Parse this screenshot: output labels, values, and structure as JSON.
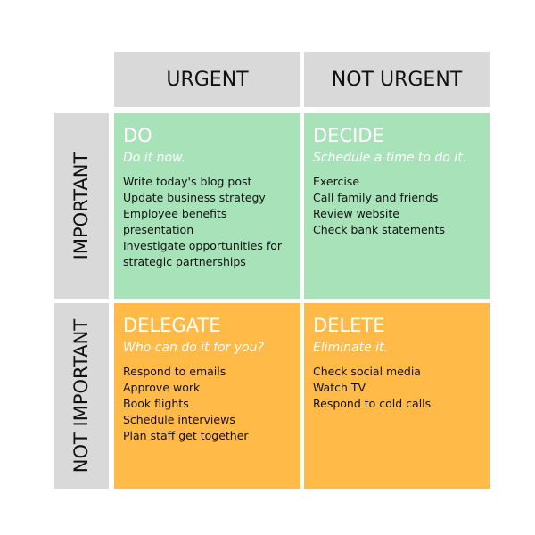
{
  "columns": [
    "URGENT",
    "NOT URGENT"
  ],
  "rows": [
    "IMPORTANT",
    "NOT IMPORTANT"
  ],
  "quadrants": [
    {
      "title": "DO",
      "subtitle": "Do it now.",
      "items": [
        "Write today's blog post",
        "Update business strategy",
        "Employee benefits presentation",
        "Investigate opportunities for strategic partnerships"
      ]
    },
    {
      "title": "DECIDE",
      "subtitle": "Schedule a time to do it.",
      "items": [
        "Exercise",
        "Call family and friends",
        "Review website",
        "Check bank statements"
      ]
    },
    {
      "title": "DELEGATE",
      "subtitle": "Who can do it for you?",
      "items": [
        "Respond to emails",
        "Approve work",
        "Book flights",
        "Schedule interviews",
        "Plan staff get together"
      ]
    },
    {
      "title": "DELETE",
      "subtitle": "Eliminate it.",
      "items": [
        "Check social media",
        "Watch TV",
        "Respond to cold calls"
      ]
    }
  ],
  "colors": {
    "header": "#d9d9d9",
    "important": "#a8e2b9",
    "not_important": "#ffba47"
  }
}
